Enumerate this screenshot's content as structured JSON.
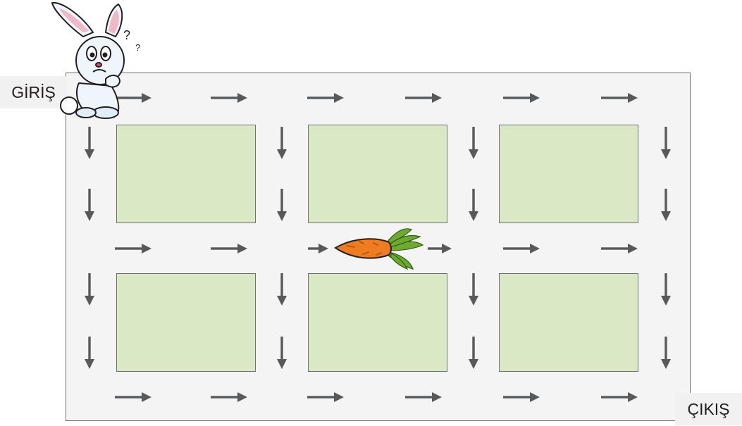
{
  "labels": {
    "entry": "GİRİŞ",
    "exit": "ÇIKIŞ"
  },
  "colors": {
    "board": "#f4f4f5",
    "block": "#dbe8c5",
    "arrow": "#58595b",
    "carrot": "#ee7d22",
    "carrot_leaves": "#6fa92f"
  },
  "icons": {
    "character": "bunny-icon",
    "goal": "carrot-icon",
    "path_marker": "arrow-icon"
  },
  "maze": {
    "rows_of_blocks": 2,
    "columns_of_blocks": 3,
    "direction_right": "right",
    "direction_down": "down"
  }
}
